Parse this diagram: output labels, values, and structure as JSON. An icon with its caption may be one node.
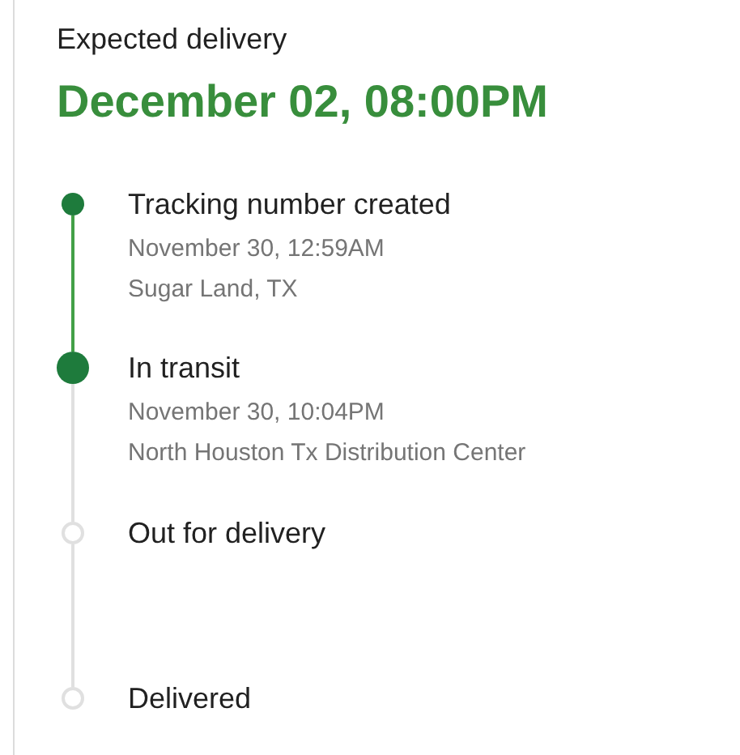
{
  "diagram": {
    "title": "Expected delivery",
    "nodes": [
      {
        "text": [],
        "shape": "circle",
        "beside": [
          "Tracking number created",
          "November 30, 12:59AM",
          "Sugar Land, TX"
        ]
      },
      {
        "text": [],
        "shape": "circle",
        "beside": [
          "In transit",
          "November 30, 10:04PM",
          "North Houston Tx Distribution Center"
        ]
      },
      {
        "text": [],
        "shape": "circle",
        "beside": [
          "Out for delivery"
        ]
      },
      {
        "text": [],
        "shape": "circle",
        "beside": [
          "Delivered"
        ]
      }
    ],
    "edges": [
      {
        "from": 0,
        "to": 1,
        "arrow": "none",
        "color": "#43a047"
      },
      {
        "from": 1,
        "to": 2,
        "arrow": "none"
      },
      {
        "from": 2,
        "to": 3,
        "arrow": "none"
      }
    ],
    "labels": [
      "December 02, 08:00PM"
    ]
  }
}
